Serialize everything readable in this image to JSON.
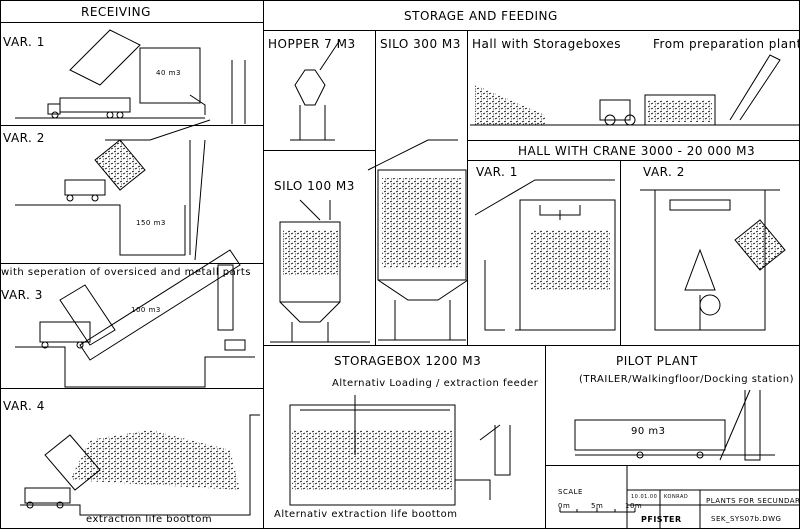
{
  "headers": {
    "receiving": "RECEIVING",
    "storage": "STORAGE AND FEEDING"
  },
  "receiving": {
    "var1": {
      "label": "VAR. 1",
      "volume": "40 m3"
    },
    "var2": {
      "label": "VAR. 2",
      "volume": "150 m3"
    },
    "var3": {
      "note": "with seperation of oversiced and metall parts",
      "label": "VAR. 3",
      "volume": "100 m3"
    },
    "var4": {
      "label": "VAR. 4",
      "caption": "extraction life boottom"
    }
  },
  "storage": {
    "hopper": "HOPPER 7 M3",
    "silo300": "SILO 300 M3",
    "silo100": "SILO 100 M3",
    "hall_boxes": "Hall with Storageboxes",
    "from_prep": "From preparation plant",
    "hall_crane": "HALL WITH CRANE 3000 - 20 000 M3",
    "crane_var1": "VAR. 1",
    "crane_var2": "VAR. 2",
    "storagebox": {
      "title": "STORAGEBOX 1200 M3",
      "top": "Alternativ Loading / extraction feeder",
      "bottom": "Alternativ extraction life boottom"
    },
    "pilot": {
      "title": "PILOT PLANT",
      "subtitle": "(TRAILER/Walkingfloor/Docking station)",
      "volume": "90 m3"
    }
  },
  "title_block": {
    "scale_label": "SCALE",
    "scale_ticks": [
      "0m",
      "5m",
      "10m"
    ],
    "date": "10.01.00",
    "name": "KONRAD",
    "project": "PLANTS FOR SECUNDARY FUEL",
    "drawing": "SEK_SYS07b.DWG",
    "company": "PFISTER"
  }
}
